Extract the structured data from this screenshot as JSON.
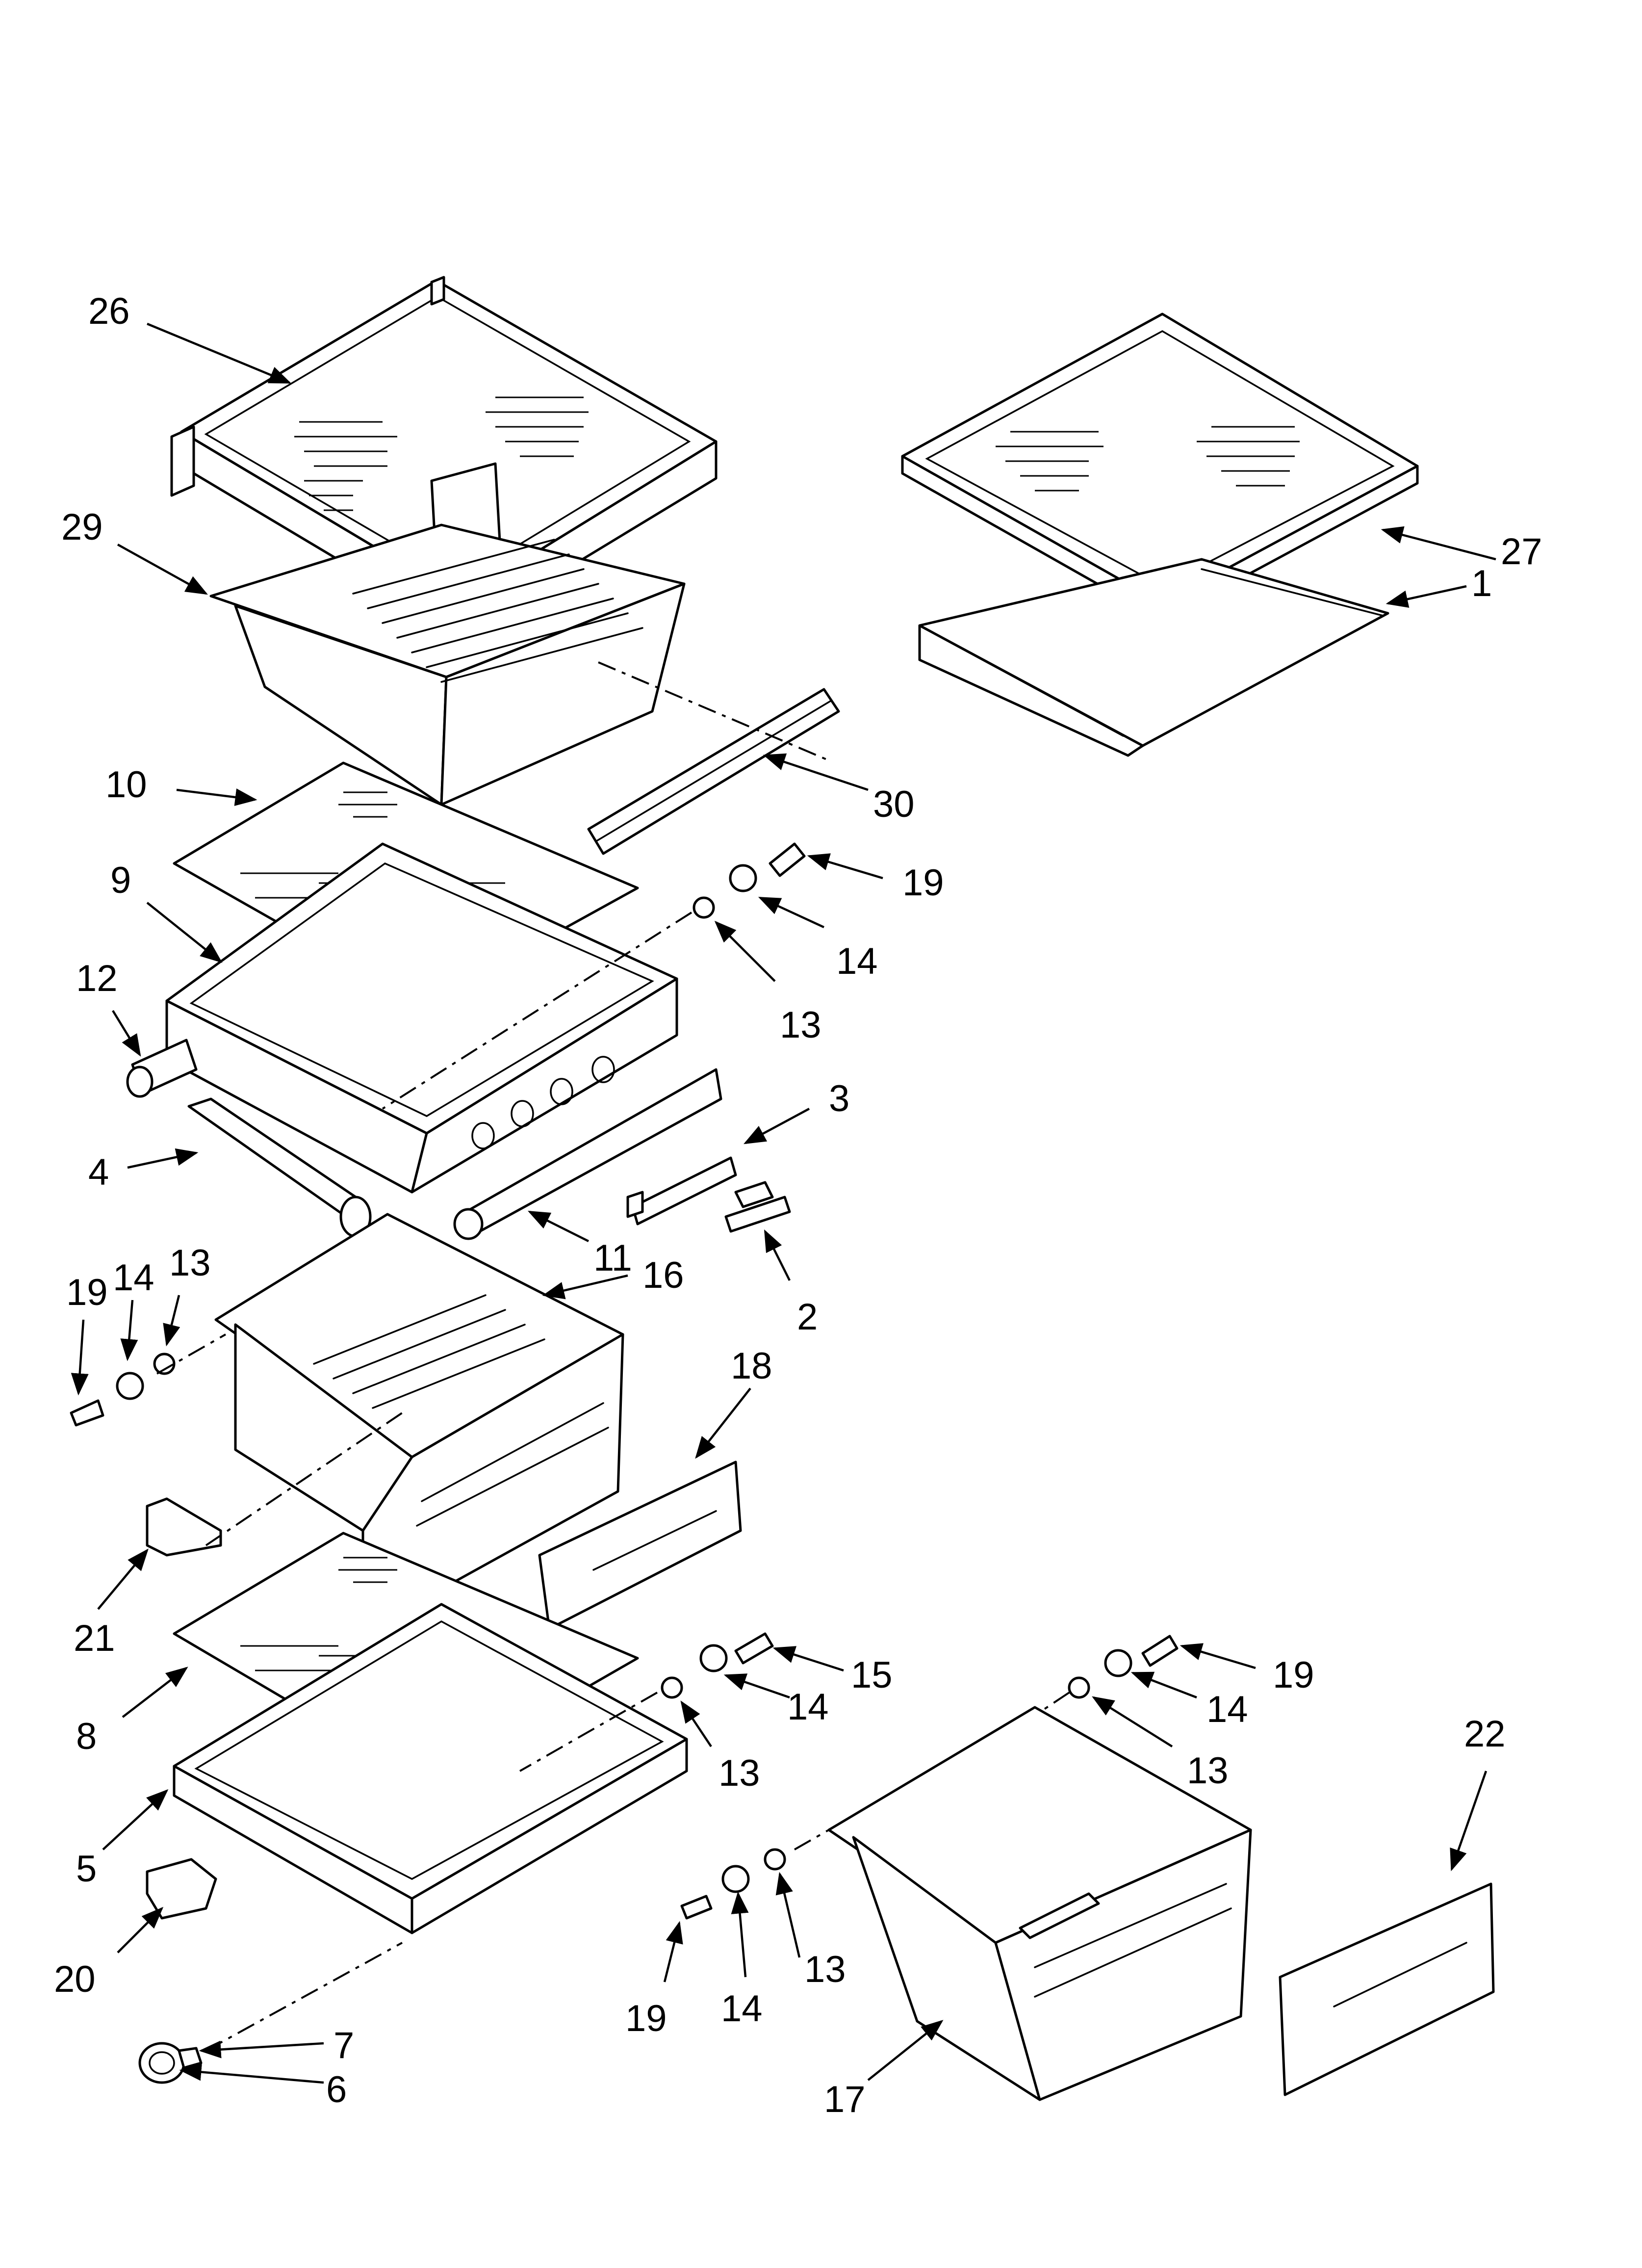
{
  "diagram": {
    "type": "exploded parts diagram",
    "callouts": [
      {
        "id": "c26a",
        "text": "26"
      },
      {
        "id": "c29",
        "text": "29"
      },
      {
        "id": "c27",
        "text": "27"
      },
      {
        "id": "c1",
        "text": "1"
      },
      {
        "id": "c10",
        "text": "10"
      },
      {
        "id": "c30",
        "text": "30"
      },
      {
        "id": "c9",
        "text": "9"
      },
      {
        "id": "c19a",
        "text": "19"
      },
      {
        "id": "c14a",
        "text": "14"
      },
      {
        "id": "c13a",
        "text": "13"
      },
      {
        "id": "c12",
        "text": "12"
      },
      {
        "id": "c3",
        "text": "3"
      },
      {
        "id": "c4",
        "text": "4"
      },
      {
        "id": "c11",
        "text": "11"
      },
      {
        "id": "c2",
        "text": "2"
      },
      {
        "id": "c19b",
        "text": "19"
      },
      {
        "id": "c14b",
        "text": "14"
      },
      {
        "id": "c13b",
        "text": "13"
      },
      {
        "id": "c16",
        "text": "16"
      },
      {
        "id": "c18",
        "text": "18"
      },
      {
        "id": "c21",
        "text": "21"
      },
      {
        "id": "c15",
        "text": "15"
      },
      {
        "id": "c14c",
        "text": "14"
      },
      {
        "id": "c13c",
        "text": "13"
      },
      {
        "id": "c8",
        "text": "8"
      },
      {
        "id": "c19c",
        "text": "19"
      },
      {
        "id": "c14d",
        "text": "14"
      },
      {
        "id": "c13d",
        "text": "13"
      },
      {
        "id": "c22",
        "text": "22"
      },
      {
        "id": "c5",
        "text": "5"
      },
      {
        "id": "c20",
        "text": "20"
      },
      {
        "id": "c19d",
        "text": "19"
      },
      {
        "id": "c14e",
        "text": "14"
      },
      {
        "id": "c13e",
        "text": "13"
      },
      {
        "id": "c17",
        "text": "17"
      },
      {
        "id": "c7",
        "text": "7"
      },
      {
        "id": "c6",
        "text": "6"
      }
    ]
  }
}
